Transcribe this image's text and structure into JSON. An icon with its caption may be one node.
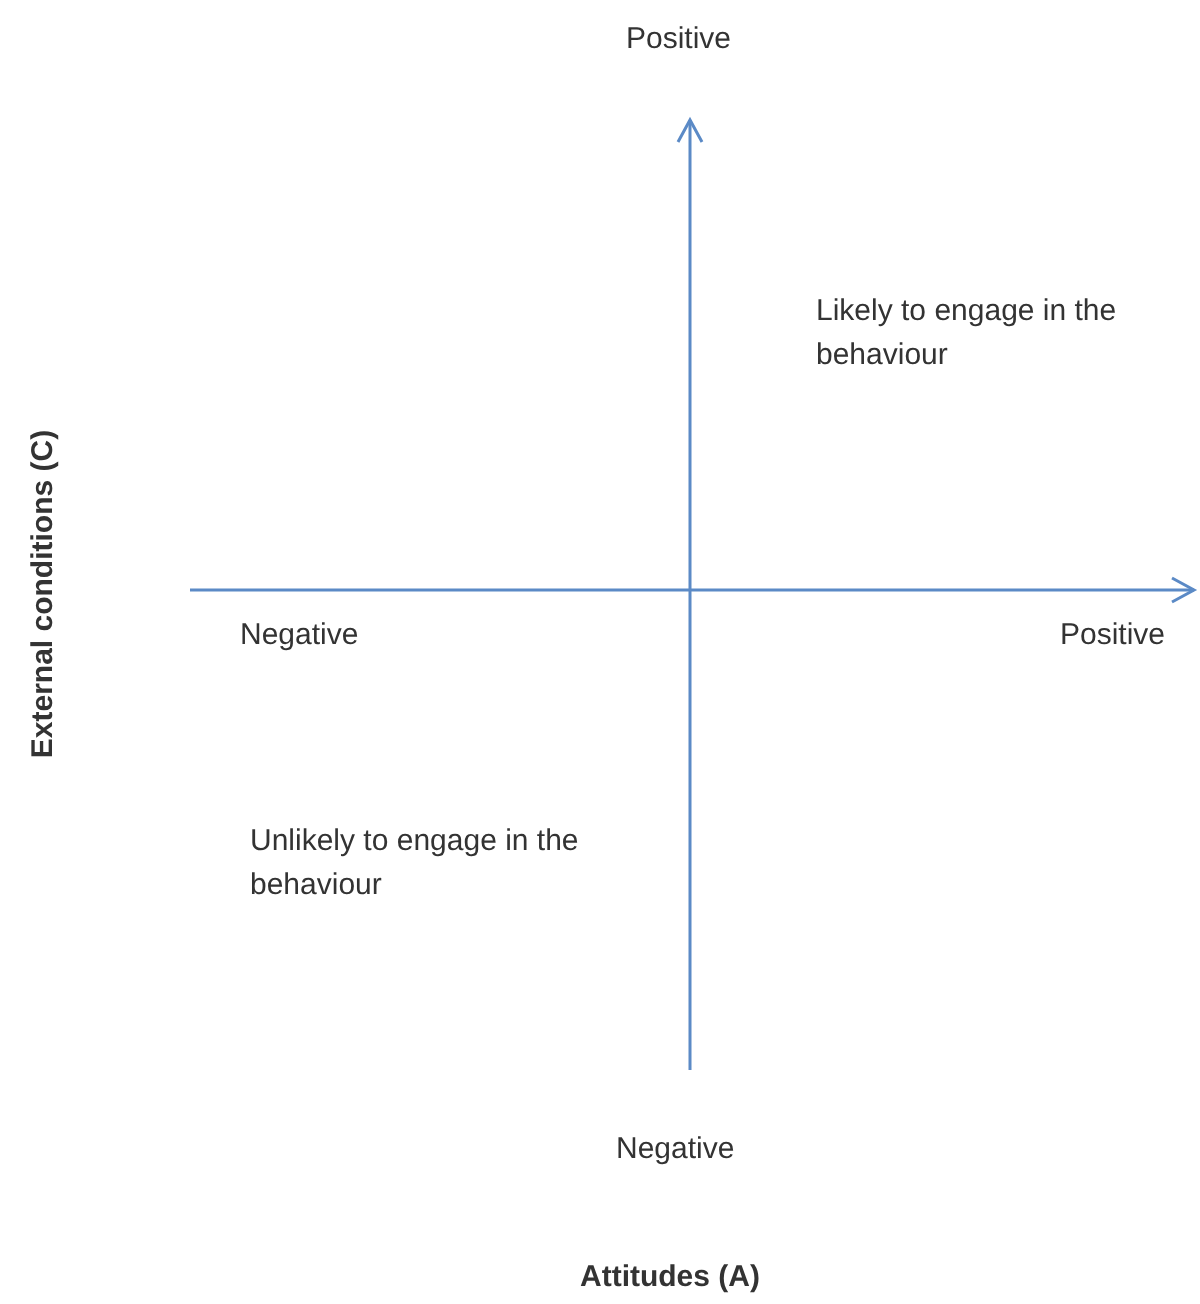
{
  "diagram": {
    "labels": [
      "Positive",
      "Likely to engage in the behaviour",
      "External conditions (C)",
      "Negative",
      "Positive",
      "Unlikely to engage in the behaviour",
      "Negative",
      "Attitudes (A)"
    ]
  }
}
